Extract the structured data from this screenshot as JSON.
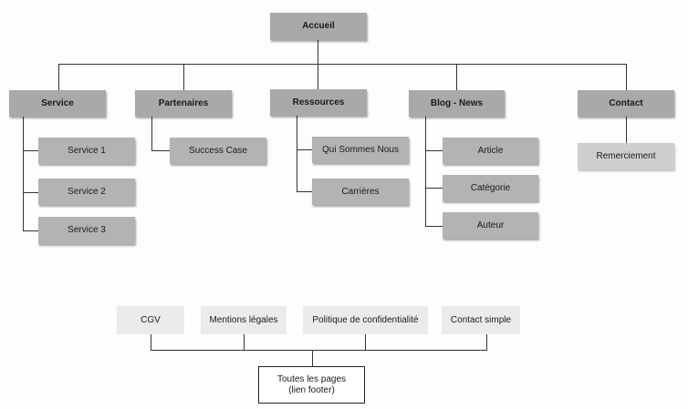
{
  "diagram": {
    "root": "Accueil",
    "sections": [
      {
        "key": "service",
        "label": "Service",
        "children": [
          "Service 1",
          "Service 2",
          "Service 3"
        ]
      },
      {
        "key": "partenaires",
        "label": "Partenaires",
        "children": [
          "Success Case"
        ]
      },
      {
        "key": "ressources",
        "label": "Ressources",
        "children": [
          "Qui Sommes Nous",
          "Carrières"
        ]
      },
      {
        "key": "blog",
        "label": "Blog - News",
        "children": [
          "Article",
          "Catégorie",
          "Auteur"
        ]
      },
      {
        "key": "contact",
        "label": "Contact",
        "children": [
          "Remerciement"
        ]
      }
    ],
    "footer": {
      "items": [
        "CGV",
        "Mentions légales",
        "Politique de confidentialité",
        "Contact simple"
      ],
      "root_line1": "Toutes les pages",
      "root_line2": "(lien footer)"
    }
  }
}
